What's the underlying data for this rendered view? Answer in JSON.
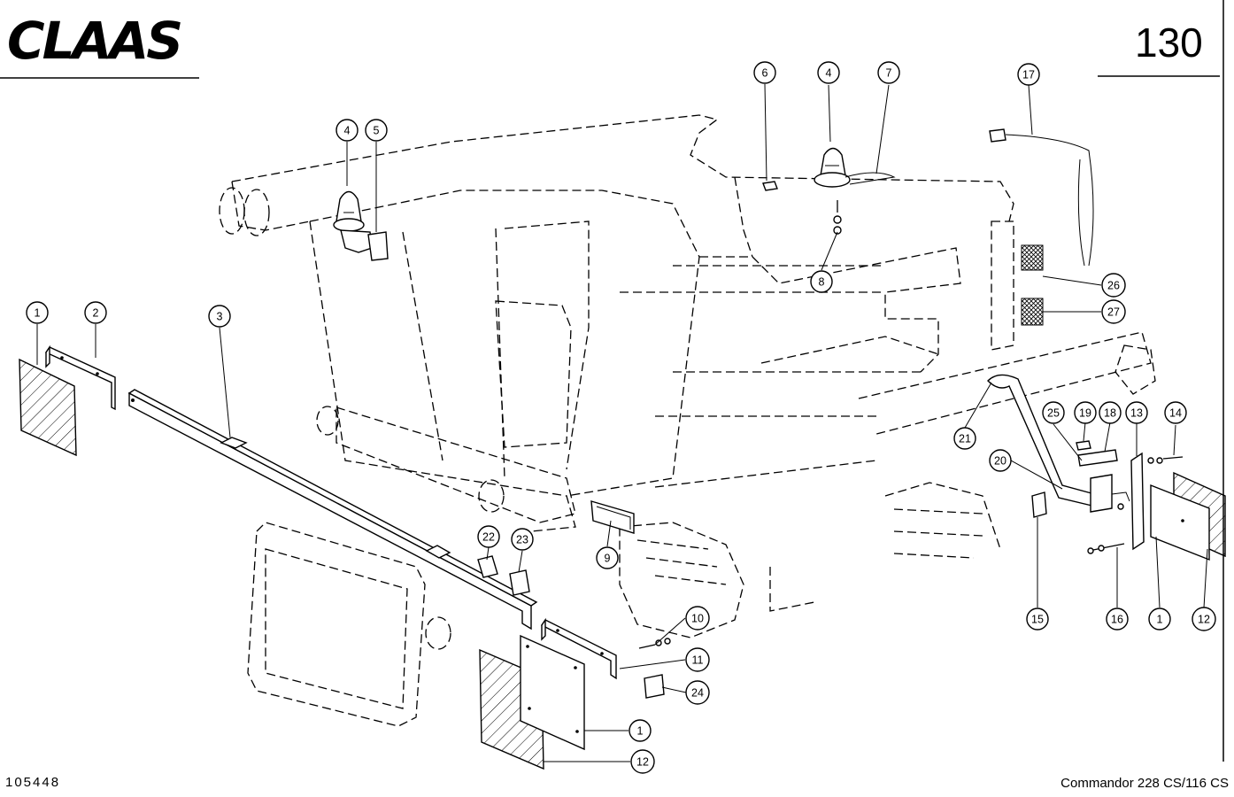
{
  "header": {
    "brand": "CLAAS",
    "page_number": "130"
  },
  "footer": {
    "drawing_number": "105448",
    "model": "Commandor 228 CS/116 CS"
  },
  "callouts": [
    "1",
    "2",
    "3",
    "4",
    "5",
    "4",
    "6",
    "7",
    "8",
    "9",
    "10",
    "11",
    "12",
    "1",
    "12",
    "13",
    "14",
    "15",
    "16",
    "1",
    "12",
    "17",
    "18",
    "19",
    "20",
    "21",
    "22",
    "23",
    "24",
    "25",
    "26",
    "27"
  ]
}
